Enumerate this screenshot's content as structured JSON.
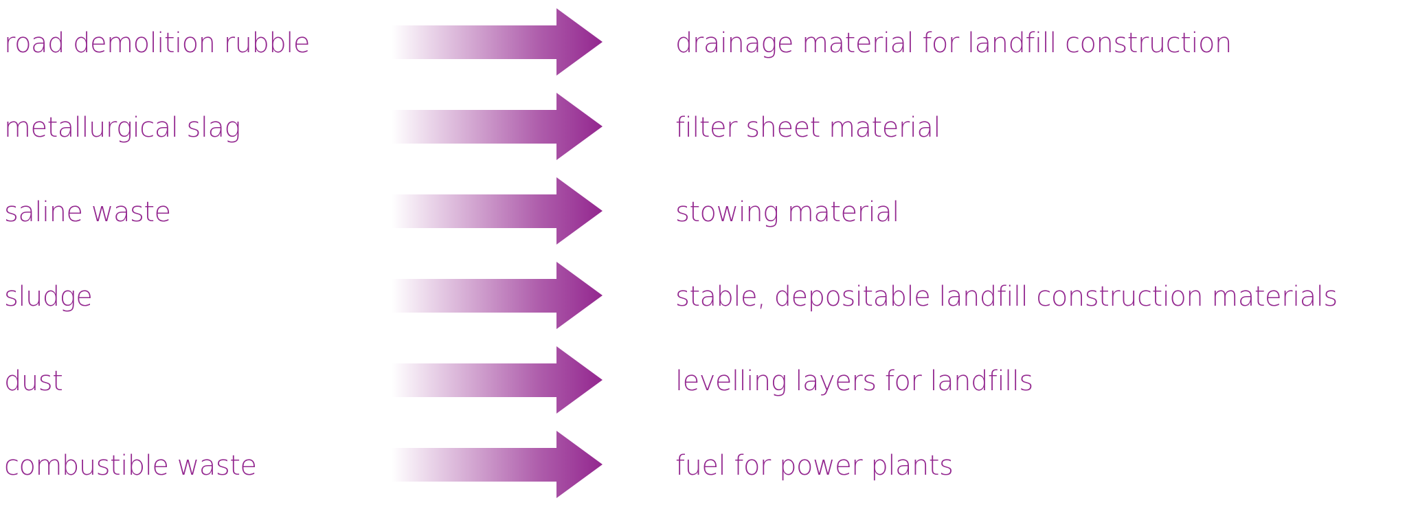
{
  "colors": {
    "accent": "#93278f"
  },
  "rows": [
    {
      "source": "road demolition rubble",
      "target": "drainage material for landfill construction"
    },
    {
      "source": "metallurgical slag",
      "target": "filter sheet material"
    },
    {
      "source": "saline waste",
      "target": "stowing material"
    },
    {
      "source": "sludge",
      "target": "stable, depositable landfill construction materials"
    },
    {
      "source": "dust",
      "target": "levelling layers for landfills"
    },
    {
      "source": "combustible waste",
      "target": "fuel for power plants"
    }
  ]
}
